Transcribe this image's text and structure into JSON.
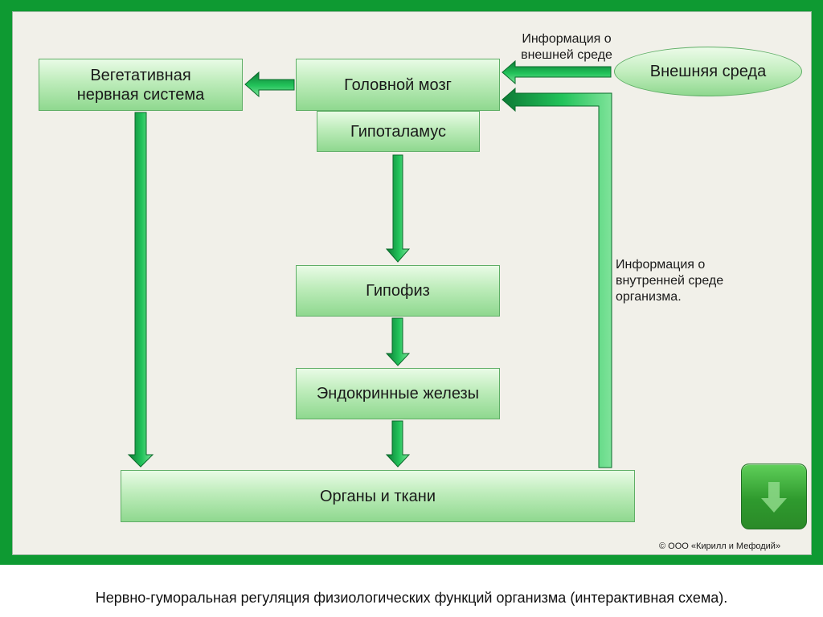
{
  "diagram": {
    "nodes": {
      "vegetative": "Вегетативная нервная система",
      "brain": "Головной мозг",
      "hypothalamus": "Гипоталамус",
      "pituitary": "Гипофиз",
      "endocrine": "Эндокринные железы",
      "organs": "Органы и ткани",
      "environment": "Внешняя среда"
    },
    "labels": {
      "external_info": "Информация о внешней среде",
      "internal_info": "Информация о внутренней среде организма."
    },
    "colors": {
      "frame": "#0e9a32",
      "panel": "#f1f0e9",
      "arrow": "#1fc45a",
      "box_fill": "#bdecba"
    }
  },
  "controls": {
    "next_icon": "arrow-down-icon"
  },
  "copyright": "© ООО «Кирилл и Мефодий»",
  "caption": "Нервно-гуморальная регуляция физиологических функций  организма (интерактивная схема)."
}
